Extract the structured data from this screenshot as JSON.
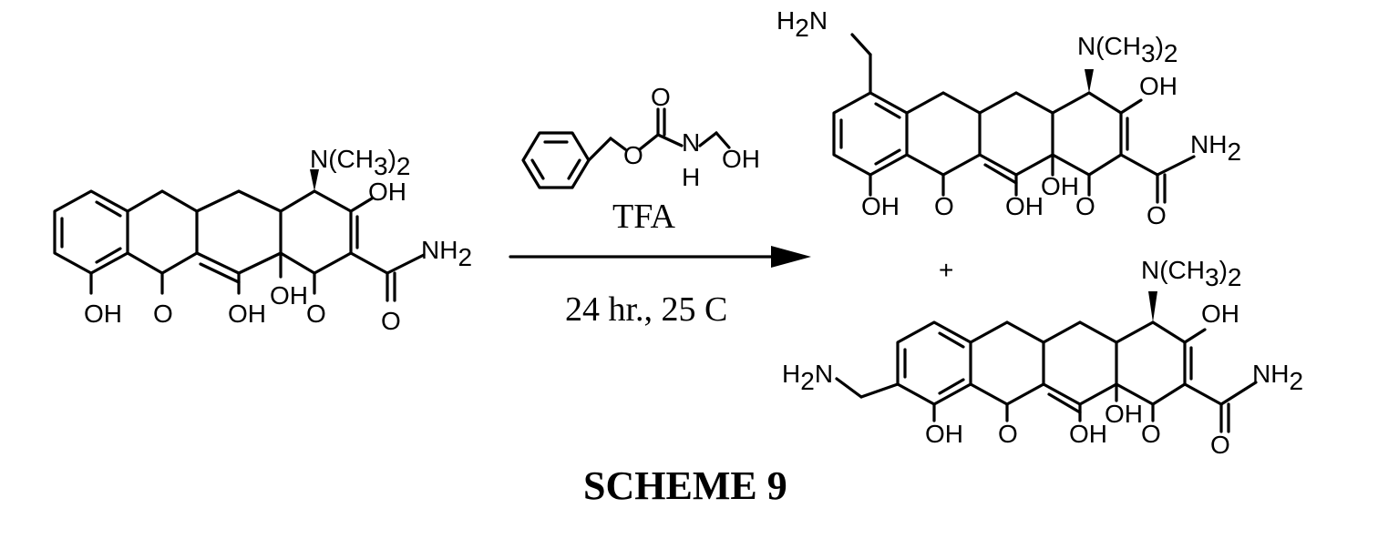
{
  "scheme": {
    "title": "SCHEME 9",
    "reagent": {
      "name": "TFA",
      "conditions": "24 hr., 25 C",
      "labels": {
        "o1": "O",
        "o2": "O",
        "n": "N",
        "h": "H",
        "oh": "OH"
      }
    },
    "plus": "+",
    "starting_material": {
      "nme2": "N(CH",
      "nme2_sub": "3",
      "nme2_close": ")",
      "nme2_sub2": "2",
      "oh_c3": "OH",
      "nh2": "NH",
      "nh2_sub": "2",
      "oh_c10": "OH",
      "o_c11": "O",
      "oh_c12": "OH",
      "oh_c12a": "OH",
      "o_c1": "O",
      "o_amide": "O"
    },
    "product_1": {
      "h2n": "H",
      "h2n_sub": "2",
      "h2n_n": "N",
      "nme2": "N(CH",
      "nme2_sub": "3",
      "nme2_close": ")",
      "nme2_sub2": "2",
      "oh_c3": "OH",
      "nh2": "NH",
      "nh2_sub": "2",
      "oh_c10": "OH",
      "o_c11": "O",
      "oh_c12": "OH",
      "oh_c12a": "OH",
      "o_c1": "O",
      "o_amide": "O"
    },
    "product_2": {
      "h2n": "H",
      "h2n_sub": "2",
      "h2n_n": "N",
      "nme2": "N(CH",
      "nme2_sub": "3",
      "nme2_close": ")",
      "nme2_sub2": "2",
      "oh_c3": "OH",
      "nh2": "NH",
      "nh2_sub": "2",
      "oh_c10": "OH",
      "o_c11": "O",
      "oh_c12": "OH",
      "oh_c12a": "OH",
      "o_c1": "O",
      "o_amide": "O"
    }
  }
}
